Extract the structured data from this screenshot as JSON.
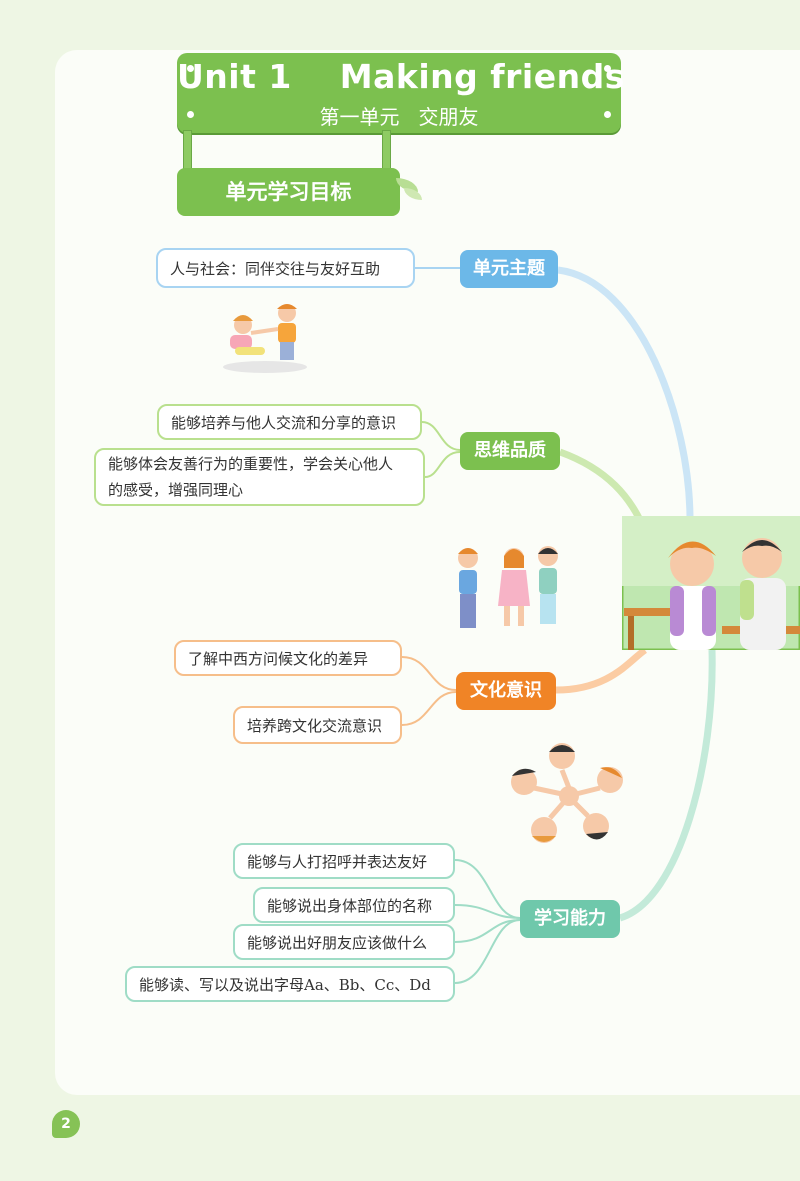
{
  "header": {
    "title_en": "Unit 1    Making friends",
    "title_cn": "第一单元   交朋友",
    "goals_label": "单元学习目标"
  },
  "branches": {
    "theme": {
      "label": "单元主题",
      "color": "#6cb8e8",
      "items": [
        "人与社会：同伴交往与友好互助"
      ]
    },
    "thinking": {
      "label": "思维品质",
      "color": "#7cc04f",
      "items": [
        "能够培养与他人交流和分享的意识",
        "能够体会友善行为的重要性，学会关心他人",
        "的感受，增强同理心"
      ]
    },
    "culture": {
      "label": "文化意识",
      "color": "#f08426",
      "items": [
        "了解中西方问候文化的差异",
        "培养跨文化交流意识"
      ]
    },
    "learning": {
      "label": "学习能力",
      "color": "#6fc8ab",
      "items": [
        "能够与人打招呼并表达友好",
        "能够说出身体部位的名称",
        "能够说出好朋友应该做什么",
        "能够读、写以及说出字母Aa、Bb、Cc、Dd"
      ]
    }
  },
  "illustrations": [
    "kids-helping-illustration",
    "kids-greeting-illustration",
    "classroom-boys-illustration",
    "kids-circle-illustration"
  ],
  "page_number": "2"
}
